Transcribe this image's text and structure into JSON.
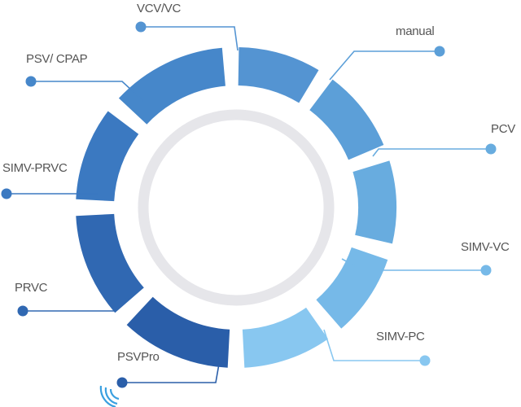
{
  "modes": [
    {
      "label": "VCV/VC",
      "color": "#5494d2"
    },
    {
      "label": "manual",
      "color": "#5c9fd8"
    },
    {
      "label": "PCV",
      "color": "#68acdf"
    },
    {
      "label": "SIMV-VC",
      "color": "#76b9e8"
    },
    {
      "label": "SIMV-PC",
      "color": "#88c7f0"
    },
    {
      "label": "PSVPro",
      "color": "#2a5ea9"
    },
    {
      "label": "PRVC",
      "color": "#3068b2"
    },
    {
      "label": "SIMV-PRVC",
      "color": "#3b79c1"
    },
    {
      "label": "PSV/ CPAP",
      "color": "#4687ca"
    }
  ],
  "icons": {
    "wireless": "wireless-signal-icon"
  }
}
